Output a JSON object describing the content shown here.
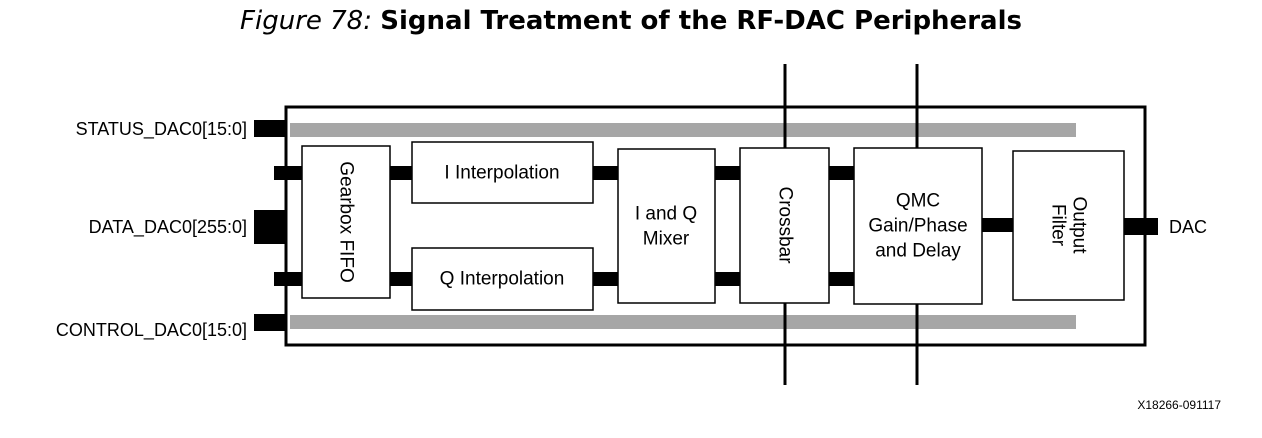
{
  "figure": {
    "label": "Figure 78:",
    "name": "Signal Treatment of the RF-DAC Peripherals",
    "code": "X18266-091117"
  },
  "ports": {
    "status": "STATUS_DAC0[15:0]",
    "data": "DATA_DAC0[255:0]",
    "control": "CONTROL_DAC0[15:0]",
    "output": "DAC"
  },
  "blocks": {
    "gearbox": "Gearbox FIFO",
    "i_interp": "I Interpolation",
    "q_interp": "Q Interpolation",
    "mixer": [
      "I and Q",
      "Mixer"
    ],
    "crossbar": "Crossbar",
    "qmc": [
      "QMC",
      "Gain/Phase",
      "and Delay"
    ],
    "output_filter": [
      "Output",
      "Filter"
    ]
  },
  "colors": {
    "line": "#000000",
    "bus": "#a6a6a6",
    "fill": "#ffffff"
  }
}
